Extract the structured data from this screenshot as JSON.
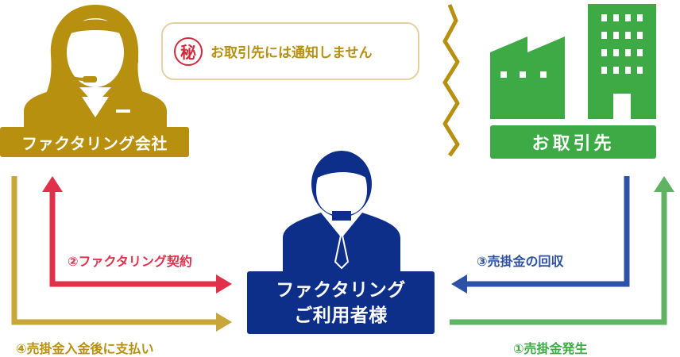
{
  "diagram": {
    "factor_label": "ファクタリング会社",
    "partner_label": "お取引先",
    "user_label_line1": "ファクタリング",
    "user_label_line2": "ご利用者様",
    "speech": {
      "stamp_char": "秘",
      "text": "お取引先には通知しません"
    },
    "steps": {
      "step1": "①売掛金発生",
      "step2": "②ファクタリング契約",
      "step3": "③売掛金の回収",
      "step4": "④売掛金入金後に支払い"
    },
    "icons": [
      "operator-icon",
      "factory-icon",
      "office-building-icon",
      "businessman-icon",
      "secret-stamp-icon"
    ],
    "colors": {
      "gold": "#b7900f",
      "green": "#3daa45",
      "navy": "#0d2f8a",
      "red": "#e0304a",
      "blue": "#2d52a5"
    }
  }
}
